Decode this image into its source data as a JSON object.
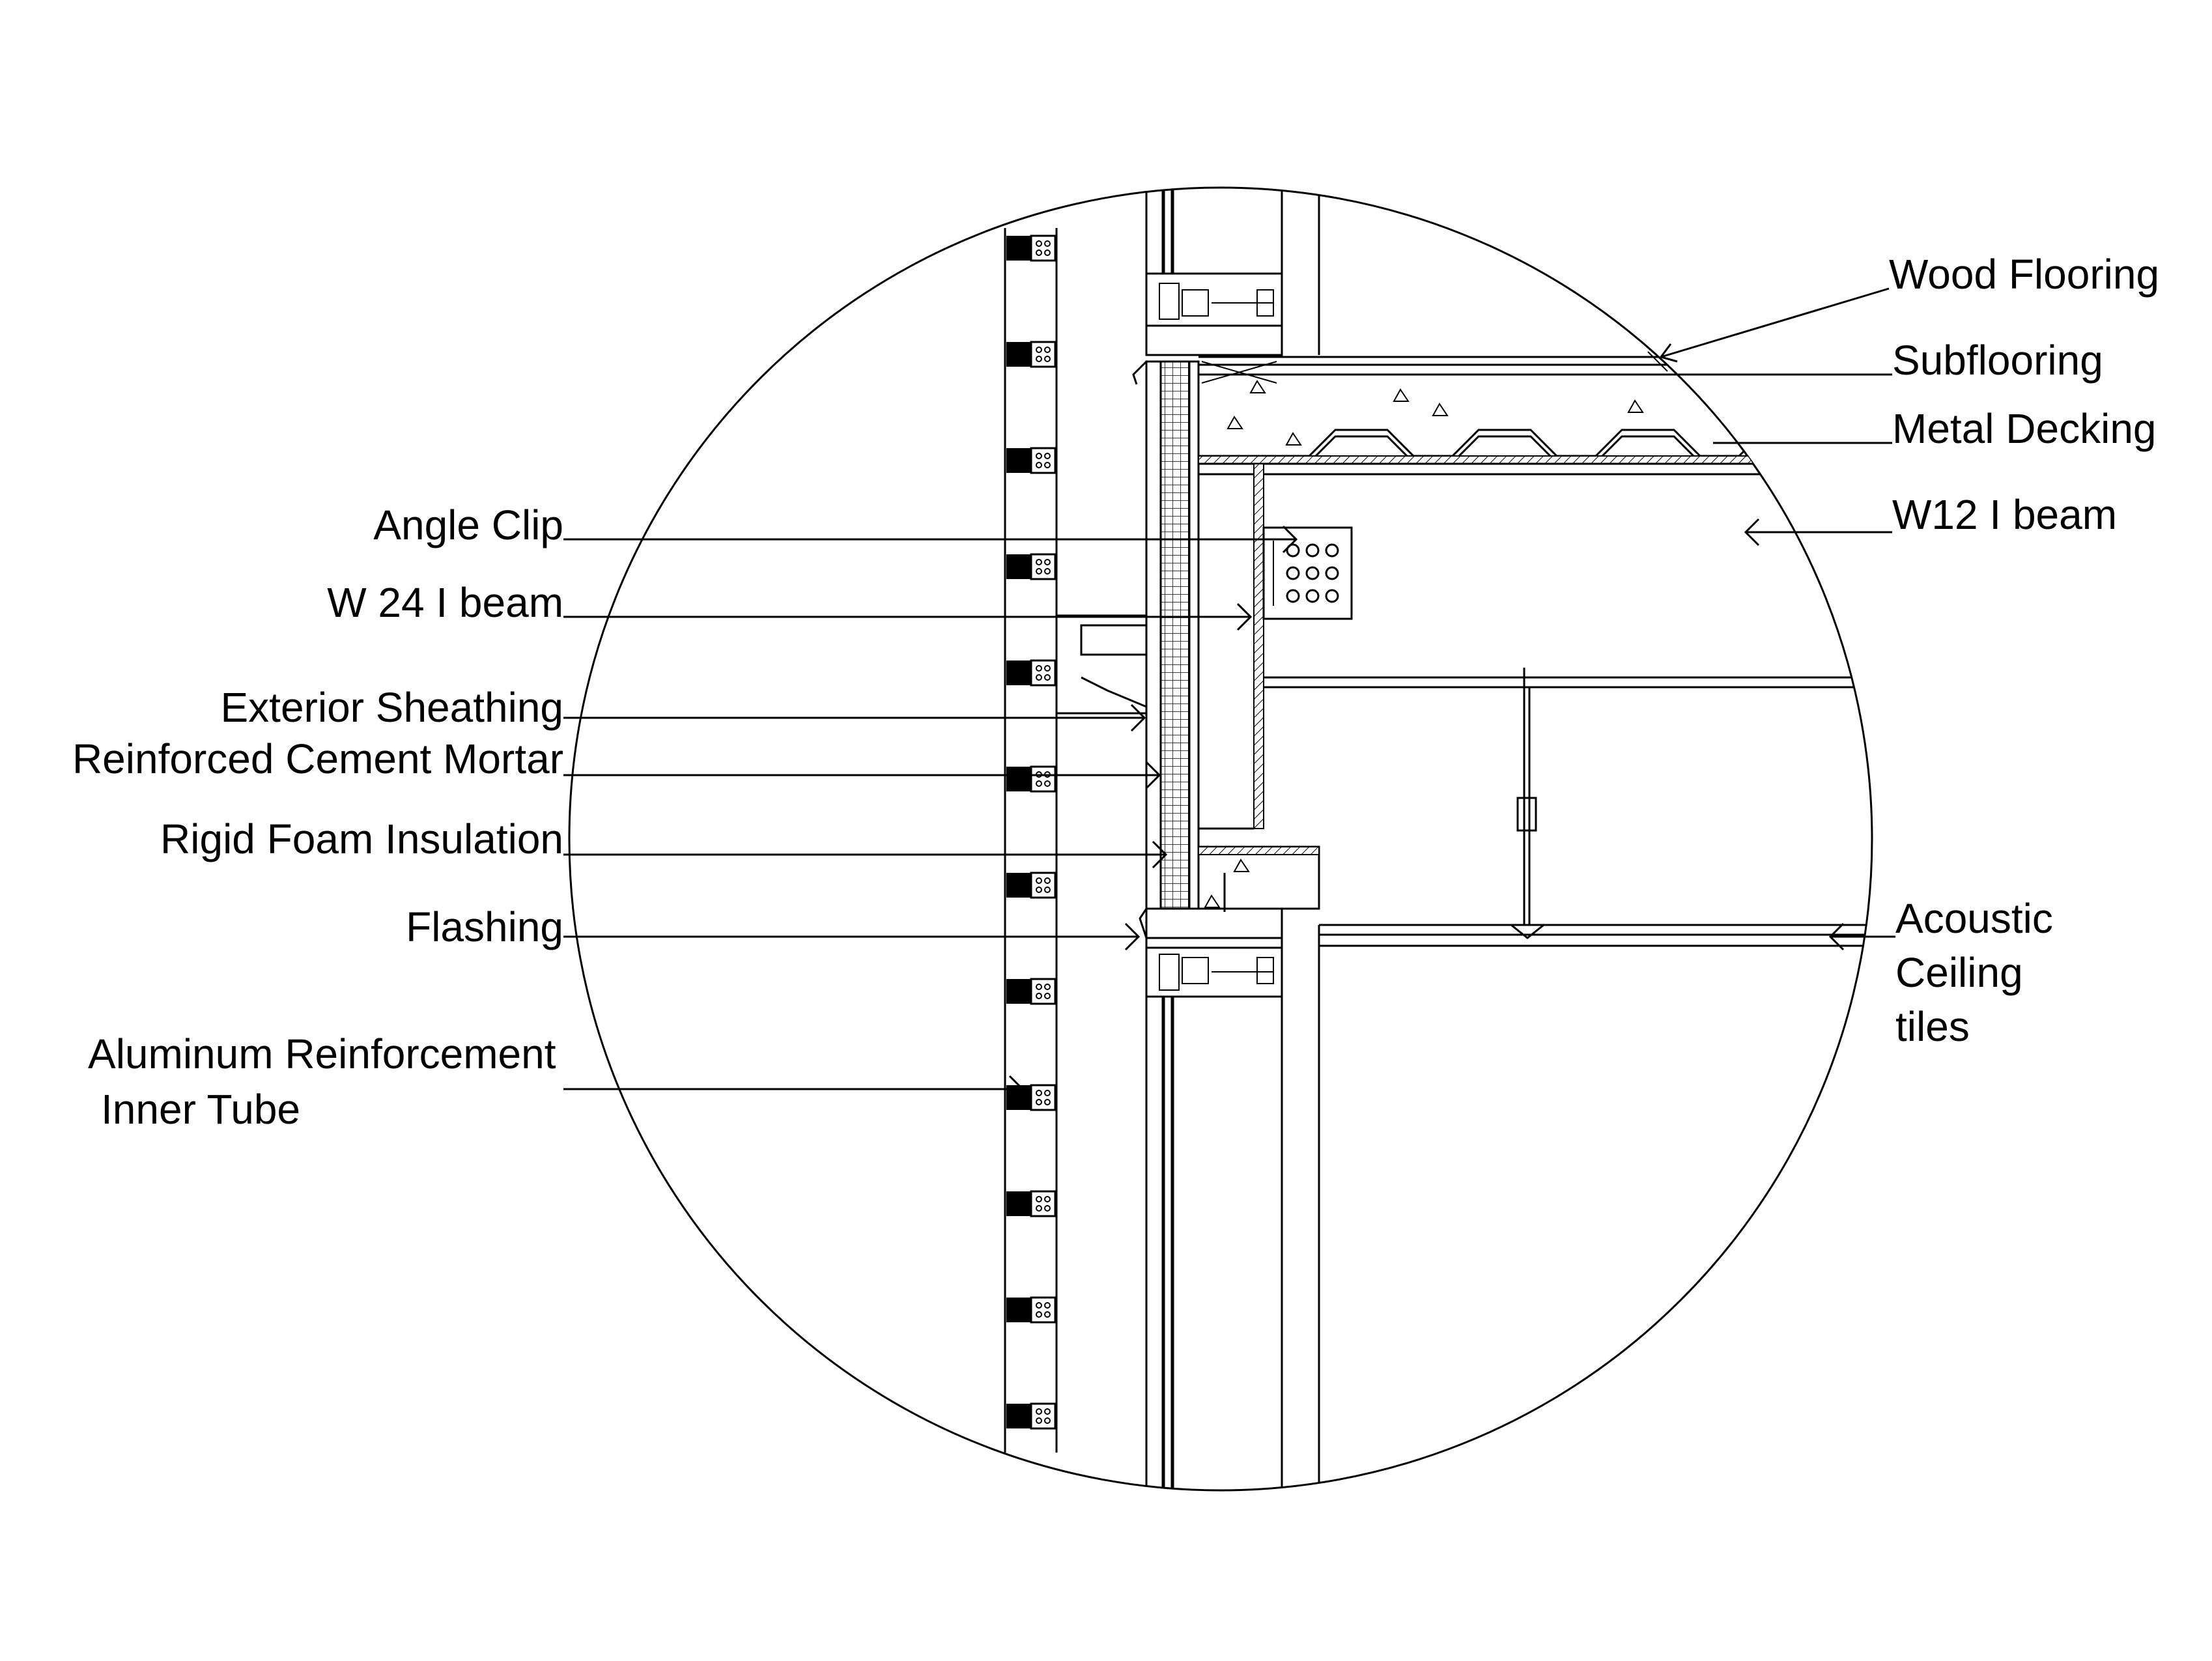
{
  "labels": {
    "wood_flooring": "Wood Flooring",
    "subflooring": "Subflooring",
    "metal_decking": "Metal Decking",
    "w12_beam": "W12 I beam",
    "angle_clip": "Angle Clip",
    "w24_beam": "W 24 I beam",
    "exterior_sheathing": "Exterior Sheathing",
    "cement_mortar": "Reinforced Cement Mortar",
    "rigid_foam": "Rigid Foam Insulation",
    "flashing": "Flashing",
    "aluminum_line1": "Aluminum Reinforcement",
    "aluminum_line2": "Inner Tube",
    "acoustic_line1": "Acoustic",
    "acoustic_line2": "Ceiling",
    "acoustic_line3": "tiles"
  }
}
